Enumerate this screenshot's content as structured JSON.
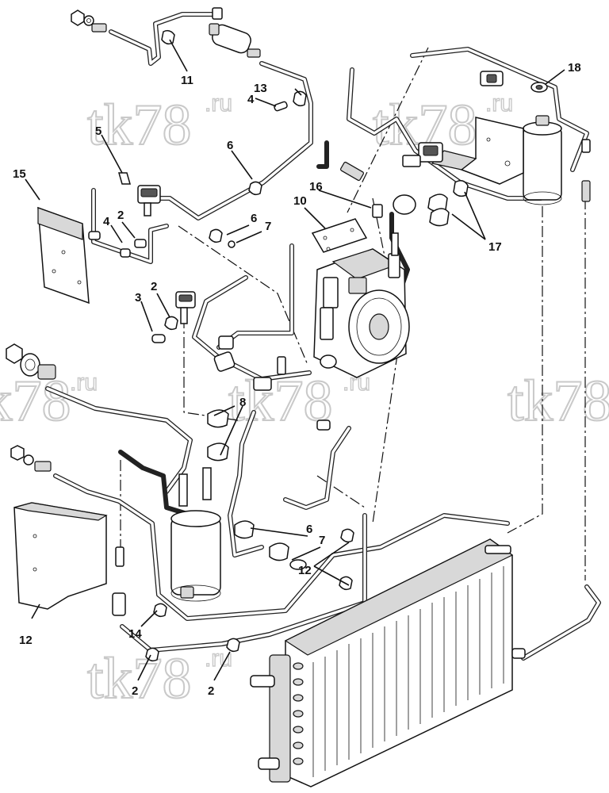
{
  "watermark": {
    "main": "tk78",
    "suffix": ".ru"
  },
  "callouts": [
    {
      "id": "c11",
      "label": "11"
    },
    {
      "id": "c13",
      "label": "13"
    },
    {
      "id": "c4a",
      "label": "4"
    },
    {
      "id": "c5",
      "label": "5"
    },
    {
      "id": "c6a",
      "label": "6"
    },
    {
      "id": "c15",
      "label": "15"
    },
    {
      "id": "c4b",
      "label": "4"
    },
    {
      "id": "c2a",
      "label": "2"
    },
    {
      "id": "c6b",
      "label": "6"
    },
    {
      "id": "c7a",
      "label": "7"
    },
    {
      "id": "c10",
      "label": "10"
    },
    {
      "id": "c16",
      "label": "16"
    },
    {
      "id": "c18",
      "label": "18"
    },
    {
      "id": "c17",
      "label": "17"
    },
    {
      "id": "c3",
      "label": "3"
    },
    {
      "id": "c2b",
      "label": "2"
    },
    {
      "id": "c8",
      "label": "8"
    },
    {
      "id": "c6c",
      "label": "6"
    },
    {
      "id": "c7b",
      "label": "7"
    },
    {
      "id": "c12a",
      "label": "12"
    },
    {
      "id": "c12b",
      "label": "12"
    },
    {
      "id": "c14",
      "label": "14"
    },
    {
      "id": "c2c",
      "label": "2"
    },
    {
      "id": "c2d",
      "label": "2"
    }
  ]
}
